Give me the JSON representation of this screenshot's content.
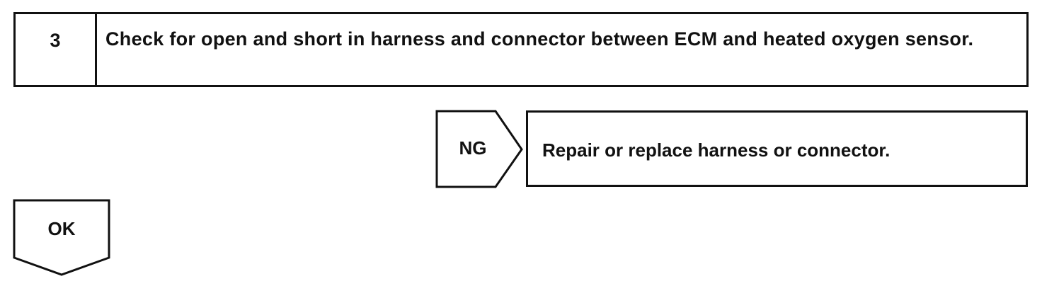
{
  "step": {
    "number": "3",
    "text": "Check for open and short in harness and connector between ECM and heated oxygen sensor."
  },
  "ng_branch": {
    "label": "NG",
    "action": "Repair or replace harness or connector."
  },
  "ok_branch": {
    "label": "OK"
  }
}
